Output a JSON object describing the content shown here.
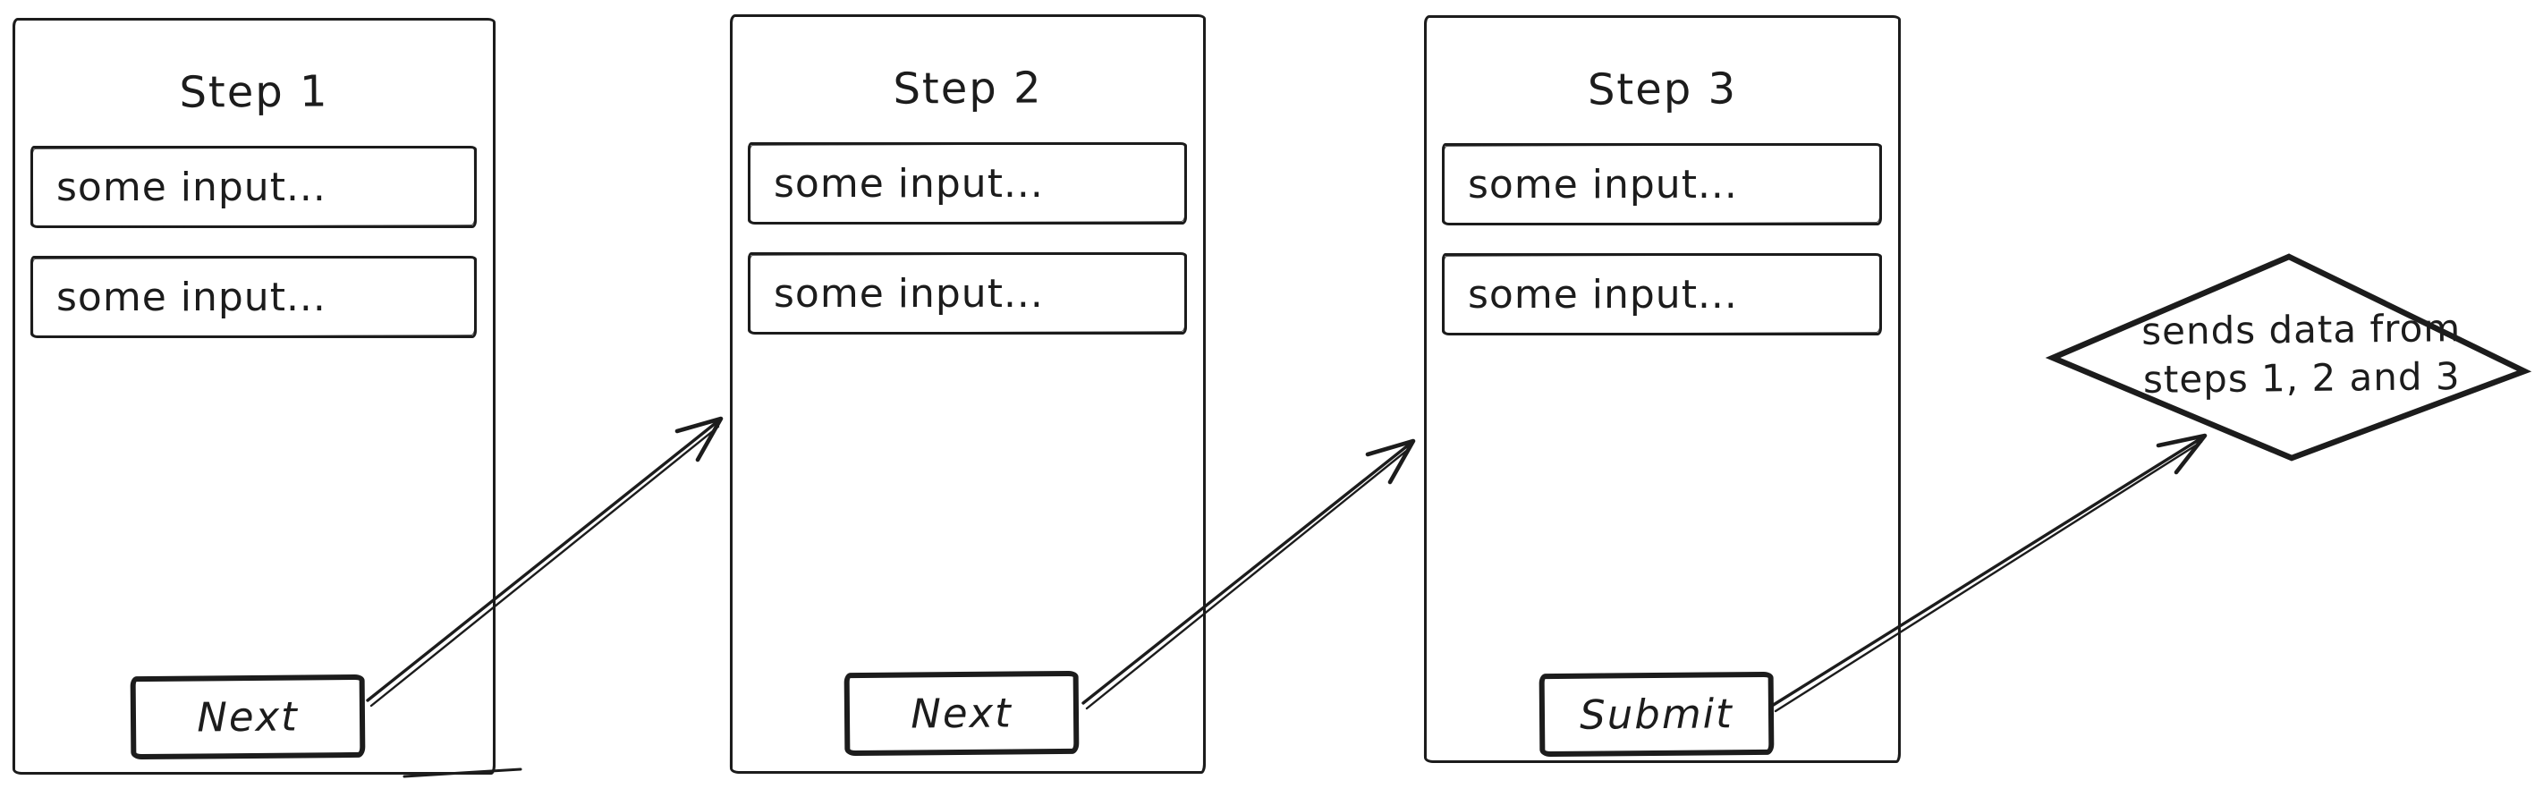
{
  "colors": {
    "ink": "#1c1c1c",
    "paper": "#ffffff"
  },
  "steps": [
    {
      "title": "Step 1",
      "inputs": [
        "some input...",
        "some input..."
      ],
      "button": "Next"
    },
    {
      "title": "Step 2",
      "inputs": [
        "some input...",
        "some input..."
      ],
      "button": "Next"
    },
    {
      "title": "Step 3",
      "inputs": [
        "some input...",
        "some input..."
      ],
      "button": "Submit"
    }
  ],
  "result": {
    "line1": "sends data from",
    "line2": "steps 1, 2 and 3"
  }
}
